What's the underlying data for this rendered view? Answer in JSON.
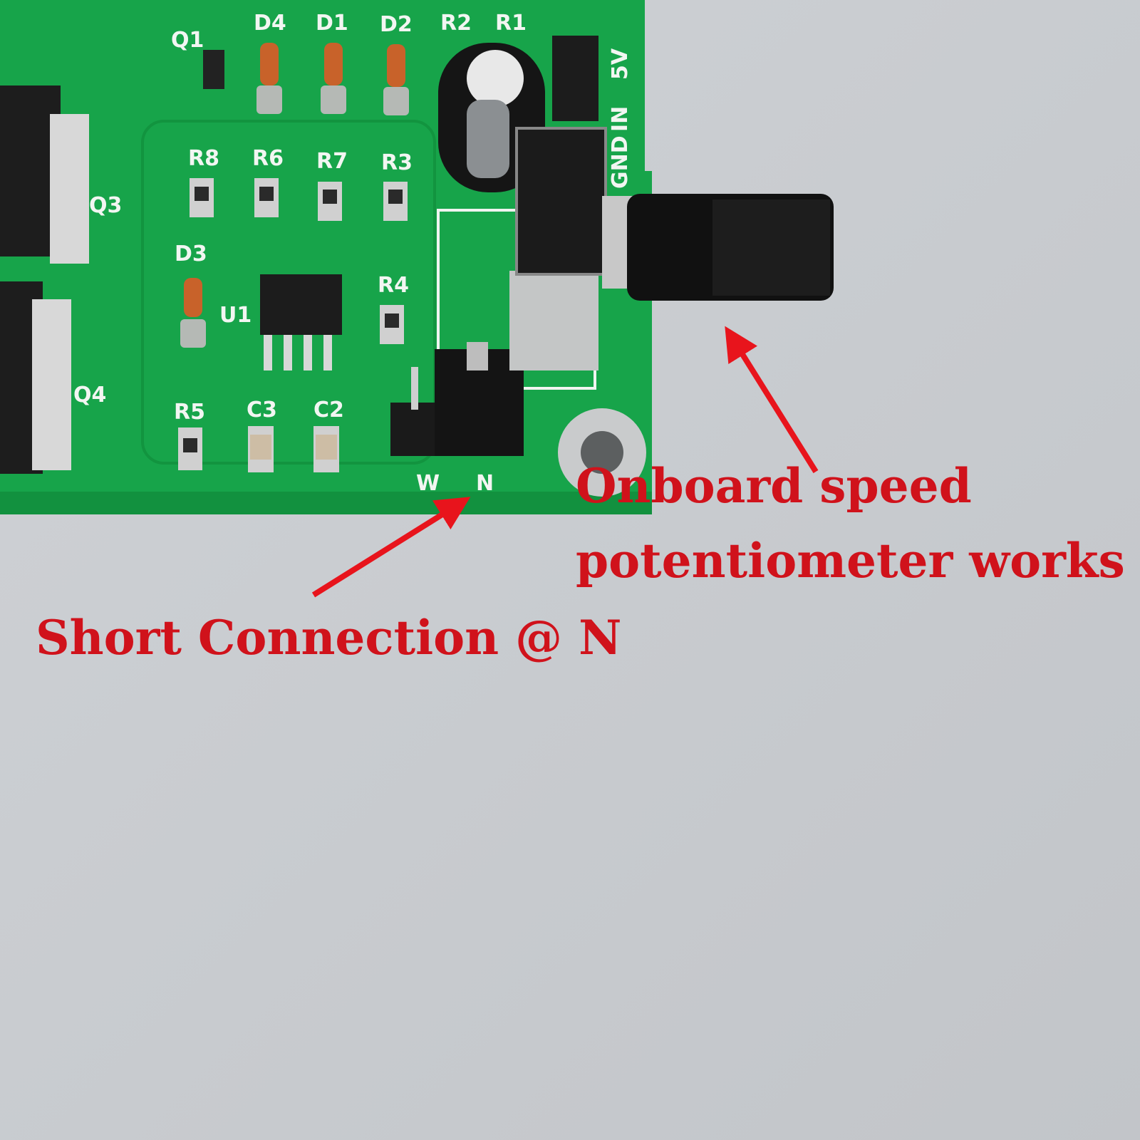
{
  "colors": {
    "background": "#c9ccd0",
    "pcb": "#17a44a",
    "annotation": "#d0121b"
  },
  "board_labels": {
    "D4": "D4",
    "D1": "D1",
    "D2": "D2",
    "R2": "R2",
    "R1": "R1",
    "Q1": "Q1",
    "R8": "R8",
    "R6": "R6",
    "R7": "R7",
    "R3": "R3",
    "Q3": "Q3",
    "D3": "D3",
    "U1": "U1",
    "R4": "R4",
    "Q4": "Q4",
    "R5": "R5",
    "C3": "C3",
    "C2": "C2",
    "5V": "5V",
    "IN": "IN",
    "GND": "GND",
    "W": "W",
    "N": "N"
  },
  "annotations": {
    "potentiometer_line1": "Onboard speed",
    "potentiometer_line2": "potentiometer works",
    "jumper": "Short Connection @ N"
  }
}
